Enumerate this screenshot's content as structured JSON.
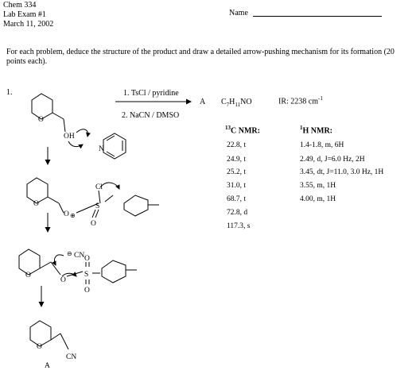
{
  "header": {
    "course": "Chem 334",
    "exam": "Lab Exam #1",
    "date": "March 11, 2002",
    "name_label": "Name"
  },
  "instructions": "For each problem, deduce the structure of the product and draw a detailed arrow-pushing mechanism for its formation (20 points each).",
  "problem": {
    "number": "1.",
    "reagent_1": "1. TsCl / pyridine",
    "reagent_2": "2.  NaCN / DMSO",
    "product_label": "A",
    "formula": {
      "c": "C",
      "c_sub": "7",
      "h": "H",
      "h_sub": "11",
      "rest": "NO"
    },
    "ir": {
      "text": "IR: 2238 cm",
      "sup": "-1"
    },
    "c13": {
      "heading_sup": "13",
      "heading": "C NMR:",
      "peaks": [
        "22.8, t",
        "24.9, t",
        "25.2, t",
        "31.0, t",
        "68.7, t",
        "72.8, d",
        "117.3, s"
      ]
    },
    "h1": {
      "heading_sup": "1",
      "heading": "H NMR:",
      "peaks": [
        "1.4-1.8, m, 6H",
        "2.49, d, J=6.0 Hz, 2H",
        "3.45, dt, J=11.0, 3.0 Hz, 1H",
        "3.55, m, 1H",
        "4.00, m, 1H"
      ]
    }
  },
  "structure_labels": {
    "o": "O",
    "oh": "OH",
    "n": "N",
    "s": "S",
    "cl": "Cl",
    "cn": "CN",
    "neg": "⊖",
    "pos": "⊕",
    "final_label": "A"
  }
}
